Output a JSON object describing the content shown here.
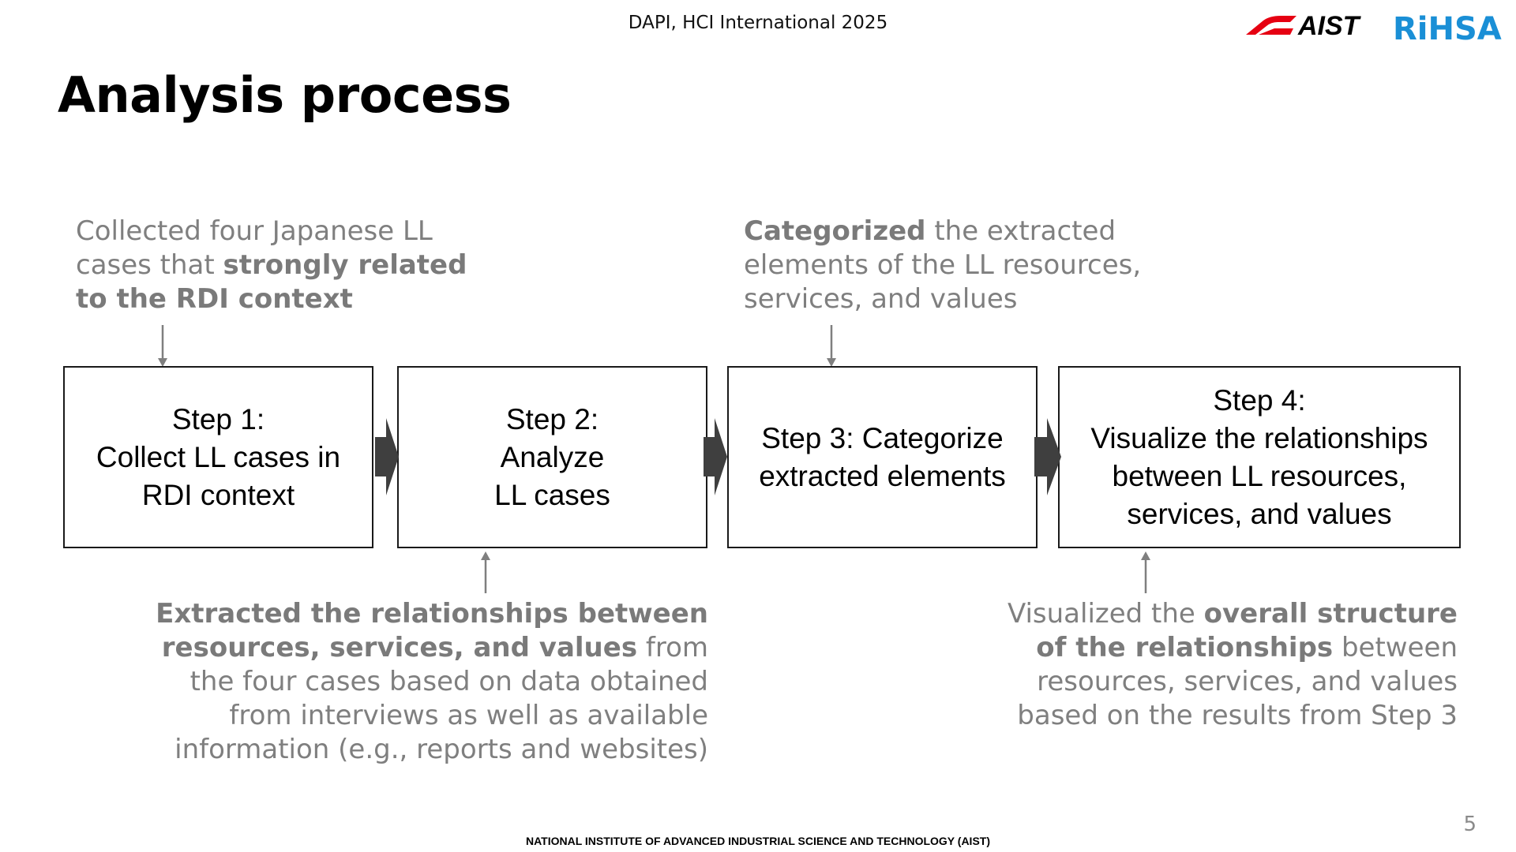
{
  "header": {
    "conference": "DAPI, HCI International 2025",
    "logos": [
      "AIST",
      "RiHSA"
    ]
  },
  "slide": {
    "title": "Analysis process",
    "page_number": "5"
  },
  "footer": {
    "text": "NATIONAL INSTITUTE OF ADVANCED INDUSTRIAL SCIENCE AND TECHNOLOGY (AIST)"
  },
  "steps": [
    {
      "lines": [
        "Step 1:",
        "Collect LL cases in",
        "RDI context"
      ]
    },
    {
      "lines": [
        "Step 2:",
        "Analyze",
        "LL cases"
      ]
    },
    {
      "lines": [
        "Step 3: Categorize",
        "extracted elements"
      ]
    },
    {
      "lines": [
        "Step 4:",
        "Visualize the relationships",
        "between LL resources,",
        "services, and values"
      ]
    }
  ],
  "notes": {
    "step1": {
      "l1": "Collected four Japanese LL",
      "l2a": "cases that ",
      "l2b": "strongly related",
      "l3": "to the RDI context"
    },
    "step2": {
      "l1": "Extracted the relationships between",
      "l2a": "resources, services, and values",
      "l2b": " from",
      "l3": "the four cases based on data obtained",
      "l4": "from interviews as well as available",
      "l5": "information (e.g., reports and websites)"
    },
    "step3": {
      "l1a": "Categorized",
      "l1b": " the extracted",
      "l2": "elements of the LL resources,",
      "l3": "services, and values"
    },
    "step4": {
      "l1a": "Visualized the ",
      "l1b": "overall structure",
      "l2a": "of the relationships",
      "l2b": " between",
      "l3": "resources, services, and values",
      "l4": "based on the results from Step 3"
    }
  },
  "colors": {
    "note_text": "#7f7f7f",
    "box_border": "#1a1a1a",
    "chevron": "#3f3f3f",
    "aist_red": "#e60012",
    "rihsa_blue": "#1a8fd6"
  }
}
